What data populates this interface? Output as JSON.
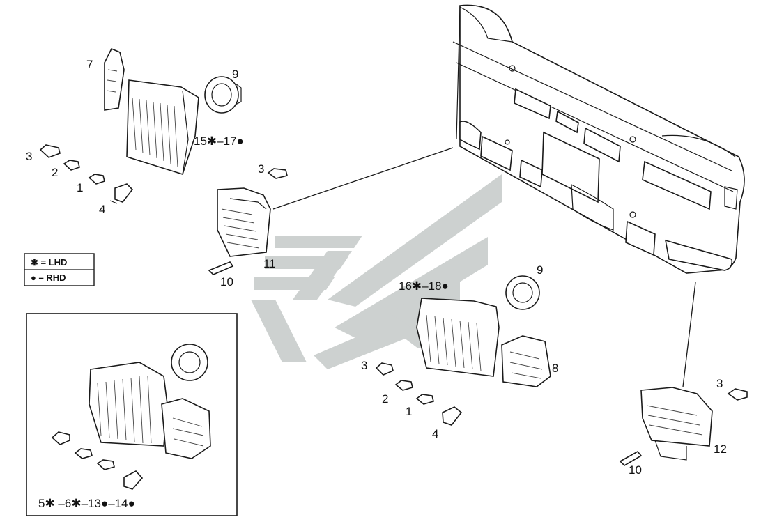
{
  "labels": {
    "p7": "7",
    "p9_top": "9",
    "p3_left": "3",
    "p2_left": "2",
    "p1_left": "1",
    "p4_left": "4",
    "p15_17": "15✱–17●",
    "p3_mid": "3",
    "p11": "11",
    "p10_left": "10",
    "p16_18": "16✱–18●",
    "p9_mid": "9",
    "p8": "8",
    "p3_center": "3",
    "p2_center": "2",
    "p1_center": "1",
    "p4_center": "4",
    "p3_right": "3",
    "p12": "12",
    "p10_right": "10",
    "p5_14": "5✱ –6✱–13●–14●"
  },
  "legend": {
    "lhd": "✱ = LHD",
    "rhd": "● – RHD"
  },
  "colors": {
    "ink": "#1a1a1a",
    "watermark": "#cdd1d0",
    "background": "#ffffff"
  }
}
